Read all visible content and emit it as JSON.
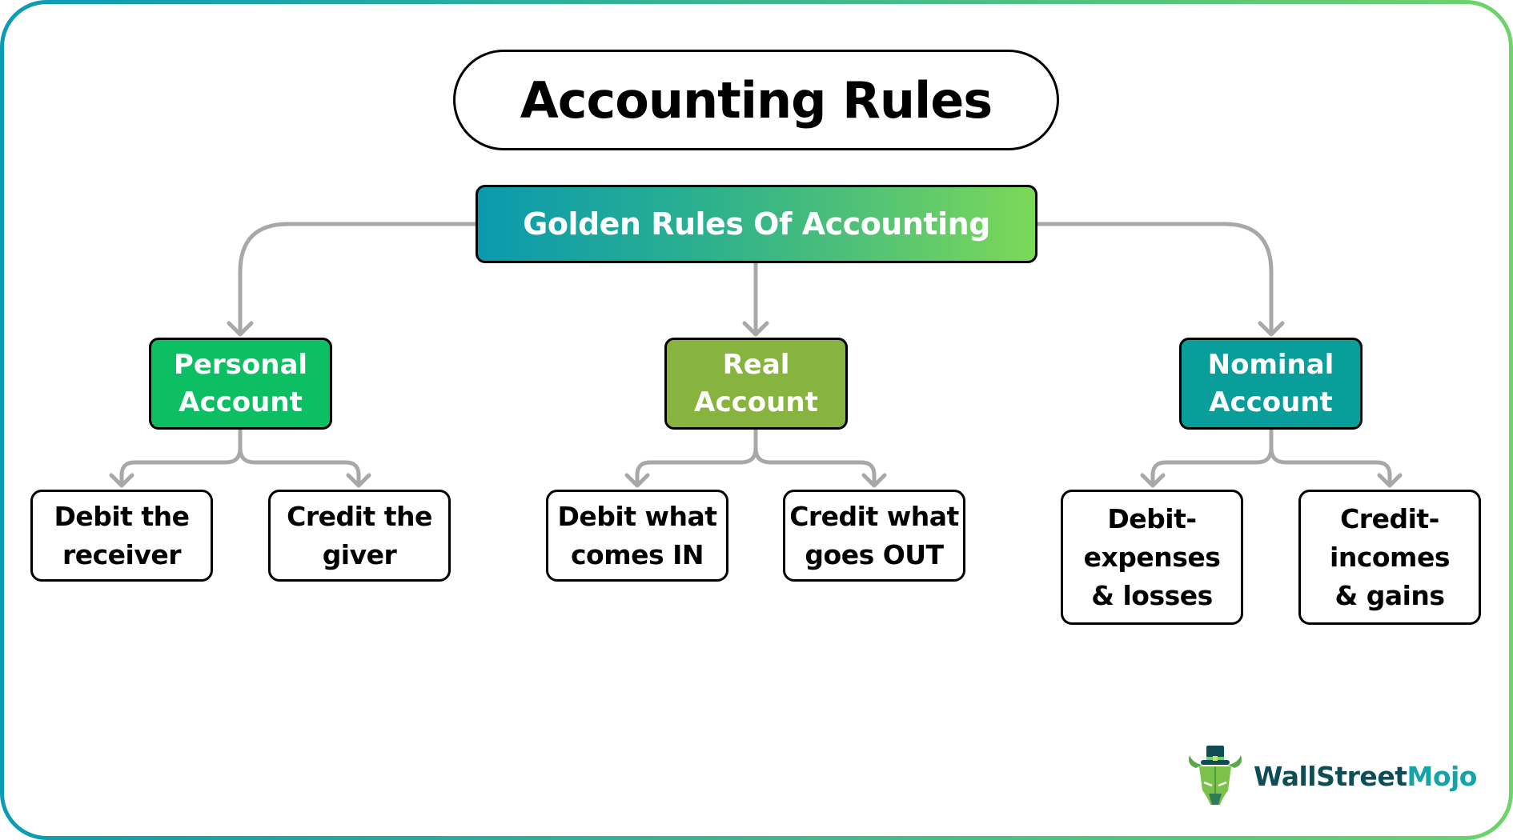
{
  "title": "Accounting Rules",
  "root": {
    "label": "Golden Rules Of Accounting"
  },
  "categories": [
    {
      "label": "Personal\nAccount",
      "color": "#0bbf62",
      "rules": [
        "Debit the\nreceiver",
        "Credit the\ngiver"
      ]
    },
    {
      "label": "Real\nAccount",
      "color": "#87b43f",
      "rules": [
        "Debit what\ncomes IN",
        "Credit what\ngoes OUT"
      ]
    },
    {
      "label": "Nominal\nAccount",
      "color": "#0a9e9a",
      "rules": [
        "Debit-\nexpenses\n& losses",
        "Credit-\nincomes\n& gains"
      ]
    }
  ],
  "colors": {
    "frame_start": "#0b9bb5",
    "frame_end": "#6dd36a",
    "connector": "#a8a8a8",
    "root_gradient_start": "#0a9aae",
    "root_gradient_end": "#7cd957"
  },
  "logo": {
    "brand_part1": "WallStreet",
    "brand_part2": "Mojo",
    "icon": "bull-with-top-hat-icon"
  }
}
